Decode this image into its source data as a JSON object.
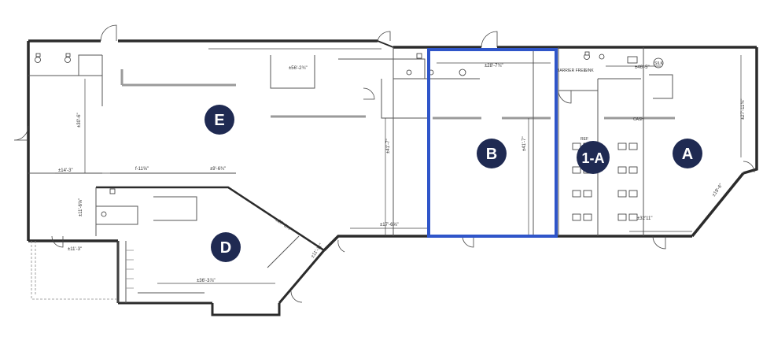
{
  "plan": {
    "units": [
      {
        "id": "E",
        "label": "E"
      },
      {
        "id": "D",
        "label": "D"
      },
      {
        "id": "B",
        "label": "B"
      },
      {
        "id": "1-A",
        "label": "1-A"
      },
      {
        "id": "A",
        "label": "A"
      }
    ],
    "highlighted_unit": "B",
    "highlight_color": "#2f55c9",
    "label_color": "#1f2a52",
    "dimensions": {
      "d1": "±56'-2¾\"",
      "d2": "±28'-7¾\"",
      "d3": "±46'-5\"",
      "d4": "±30'-6\"",
      "d5": "±14'-3\"",
      "d6": "f-11⅝\"",
      "d7": "±9'-6¾\"",
      "d8": "±11'-6⅝\"",
      "d9": "±27'-11¾\"",
      "d10": "±41'-7\"",
      "d11": "±41'-7\"",
      "d12": "±17'-6⅝\"",
      "d13": "±11'-11\"",
      "d14": "±36'-3⅞\"",
      "d15": "±32'11\"",
      "d16": "±19'-6\"",
      "d17": "±27'-8¼\"",
      "d18": "±11'-3\""
    },
    "notes": {
      "barrier_free": "BARRIER FREE",
      "sink": "SINK",
      "silk": "SILK",
      "cash": "CASH",
      "ref": "REF"
    }
  }
}
